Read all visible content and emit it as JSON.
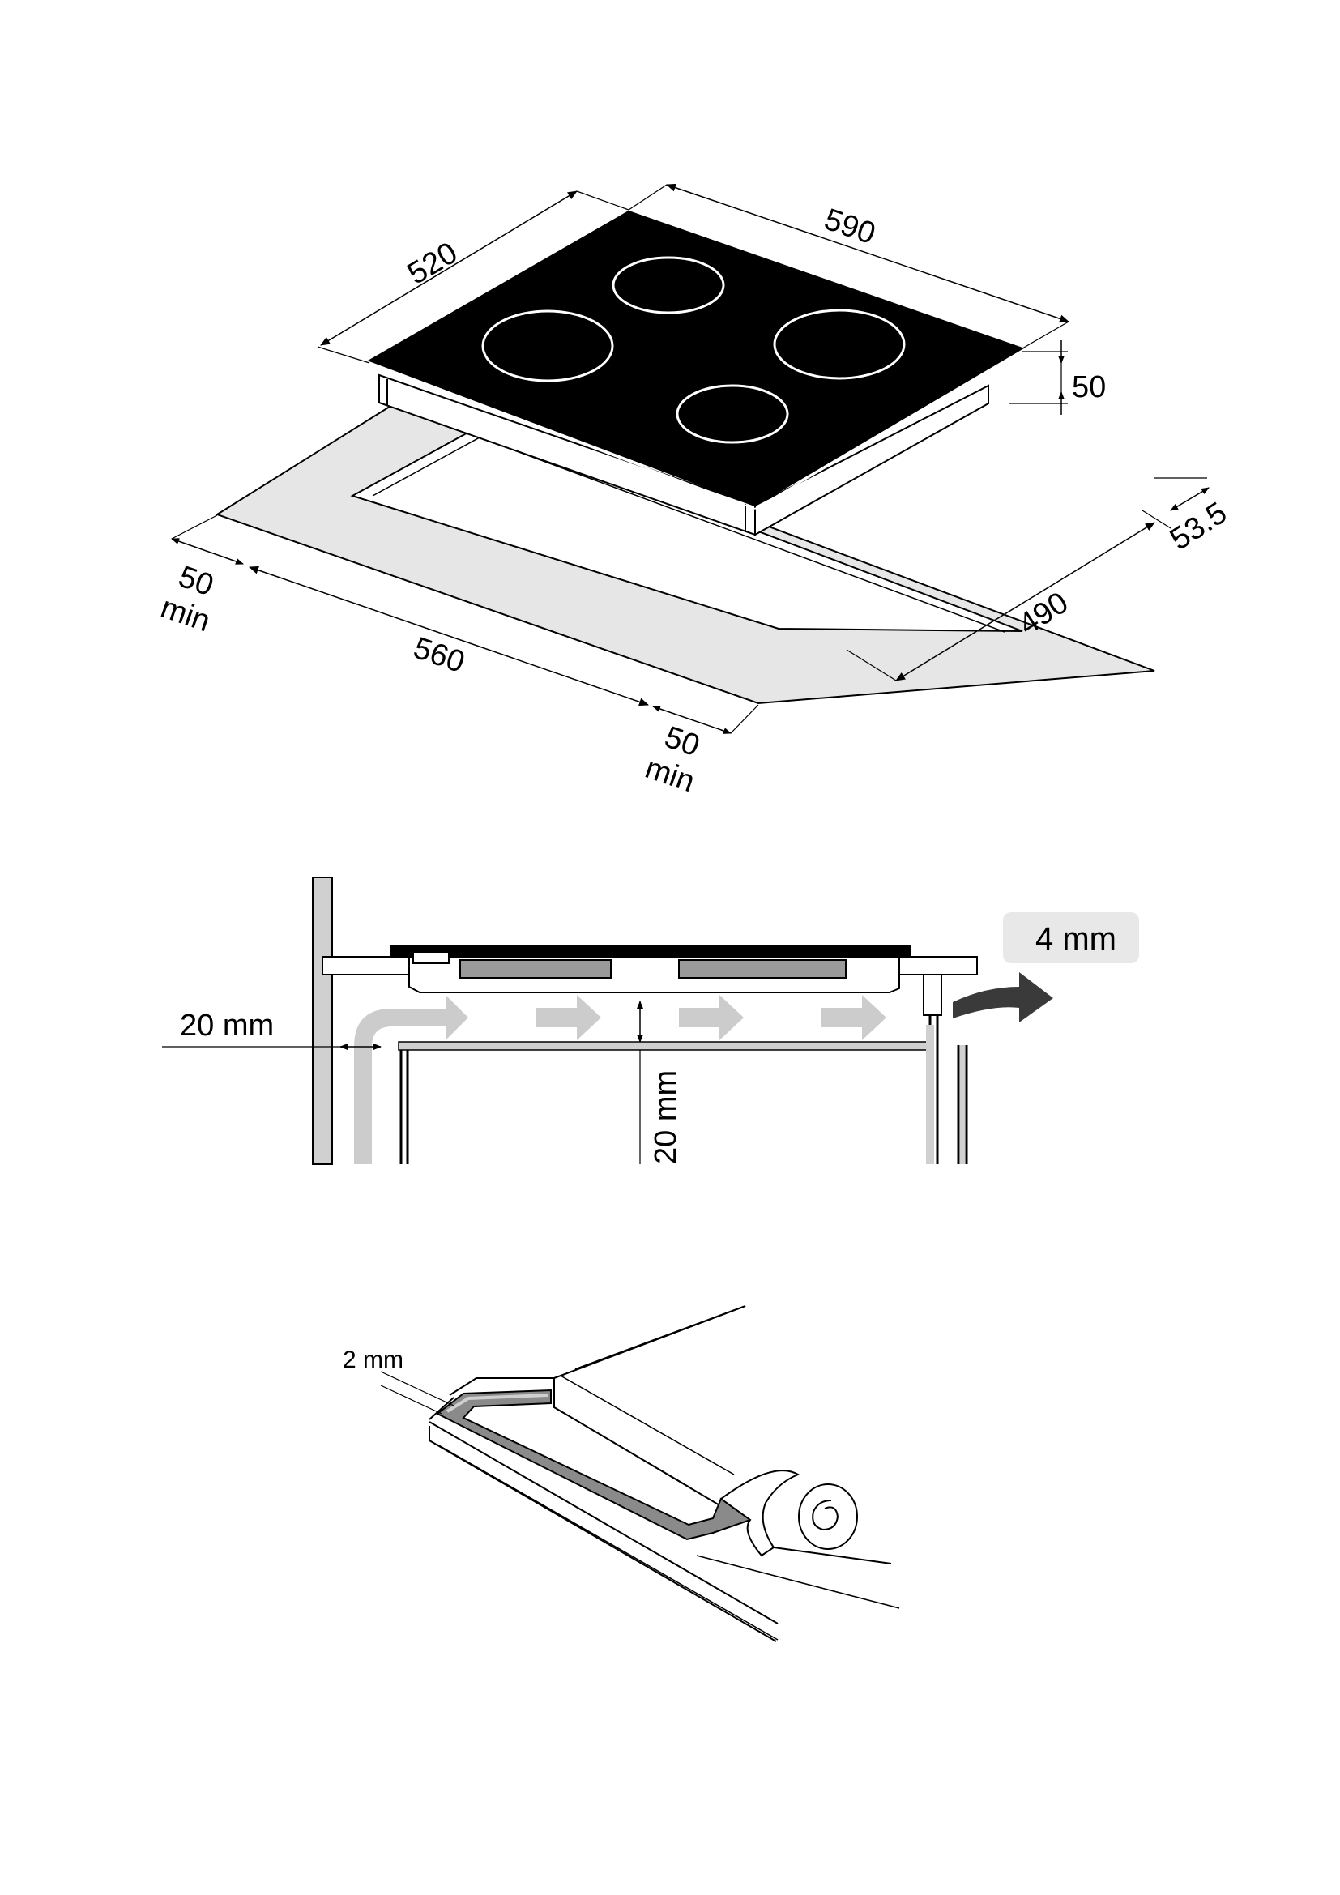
{
  "figure1": {
    "label_depth": "520",
    "label_width": "590",
    "label_height": "50",
    "label_rear_gap": "53.5",
    "label_cutout_depth": "490",
    "label_cutout_width": "560",
    "label_left_min_value": "50",
    "label_left_min_unit": "min",
    "label_front_min_value": "50",
    "label_front_min_unit": "min"
  },
  "figure2": {
    "label_wall_gap": "20 mm",
    "label_under_gap": "20 mm",
    "label_vent_gap": "4 mm"
  },
  "figure3": {
    "label_seal": "2 mm"
  },
  "colors": {
    "glass": "#000000",
    "cutout_panel": "#e6e6e6",
    "airflow_arrow": "#cccccc",
    "badge_fill": "#e8e8e8",
    "seal": "#8a8a8a",
    "wood": "#d0d0d0"
  }
}
